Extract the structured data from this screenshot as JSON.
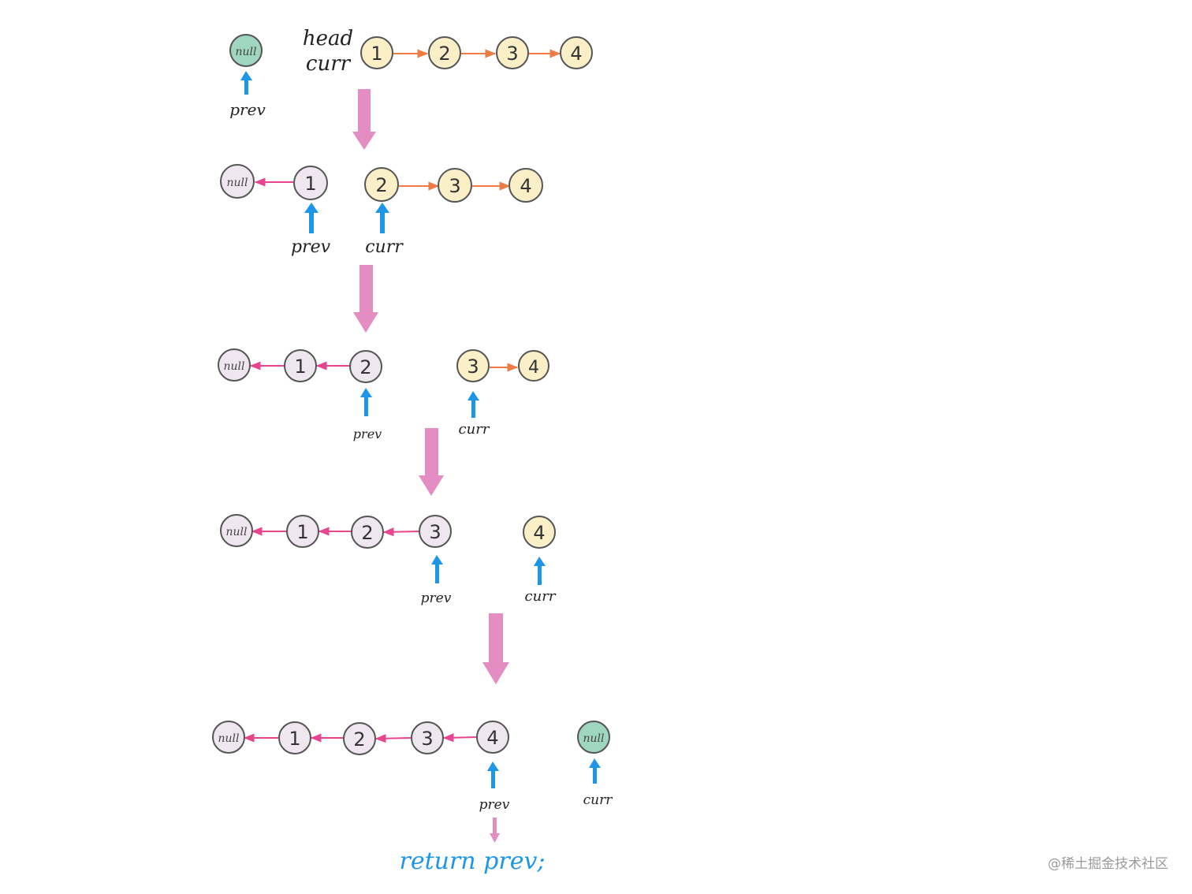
{
  "colors": {
    "null_green": "#9fd6c0",
    "null_gray": "#efe7ef",
    "node_yellow": "#fbefc8",
    "node_gray": "#efe7ef",
    "stroke": "#555555",
    "forward_link": "#ef7b45",
    "reversed_link": "#e8458f",
    "pointer_blue": "#1e96e8",
    "step_arrow": "#e38dc2",
    "return_blue": "#1e96e8"
  },
  "labels": {
    "head": "head",
    "curr": "curr",
    "prev": "prev",
    "null": "null",
    "return": "return prev;"
  },
  "steps": [
    {
      "nodes": [
        "null",
        "1",
        "2",
        "3",
        "4"
      ],
      "reversed_up_to": 0,
      "prev_index": 0,
      "curr_index": 1
    },
    {
      "nodes": [
        "null",
        "1",
        "2",
        "3",
        "4"
      ],
      "reversed_up_to": 1,
      "prev_index": 1,
      "curr_index": 2
    },
    {
      "nodes": [
        "null",
        "1",
        "2",
        "3",
        "4"
      ],
      "reversed_up_to": 2,
      "prev_index": 2,
      "curr_index": 3
    },
    {
      "nodes": [
        "null",
        "1",
        "2",
        "3",
        "4"
      ],
      "reversed_up_to": 3,
      "prev_index": 3,
      "curr_index": 4
    },
    {
      "nodes": [
        "null",
        "1",
        "2",
        "3",
        "4",
        "null"
      ],
      "reversed_up_to": 4,
      "prev_index": 4,
      "curr_index": 5
    }
  ],
  "watermark": "@稀土掘金技术社区"
}
